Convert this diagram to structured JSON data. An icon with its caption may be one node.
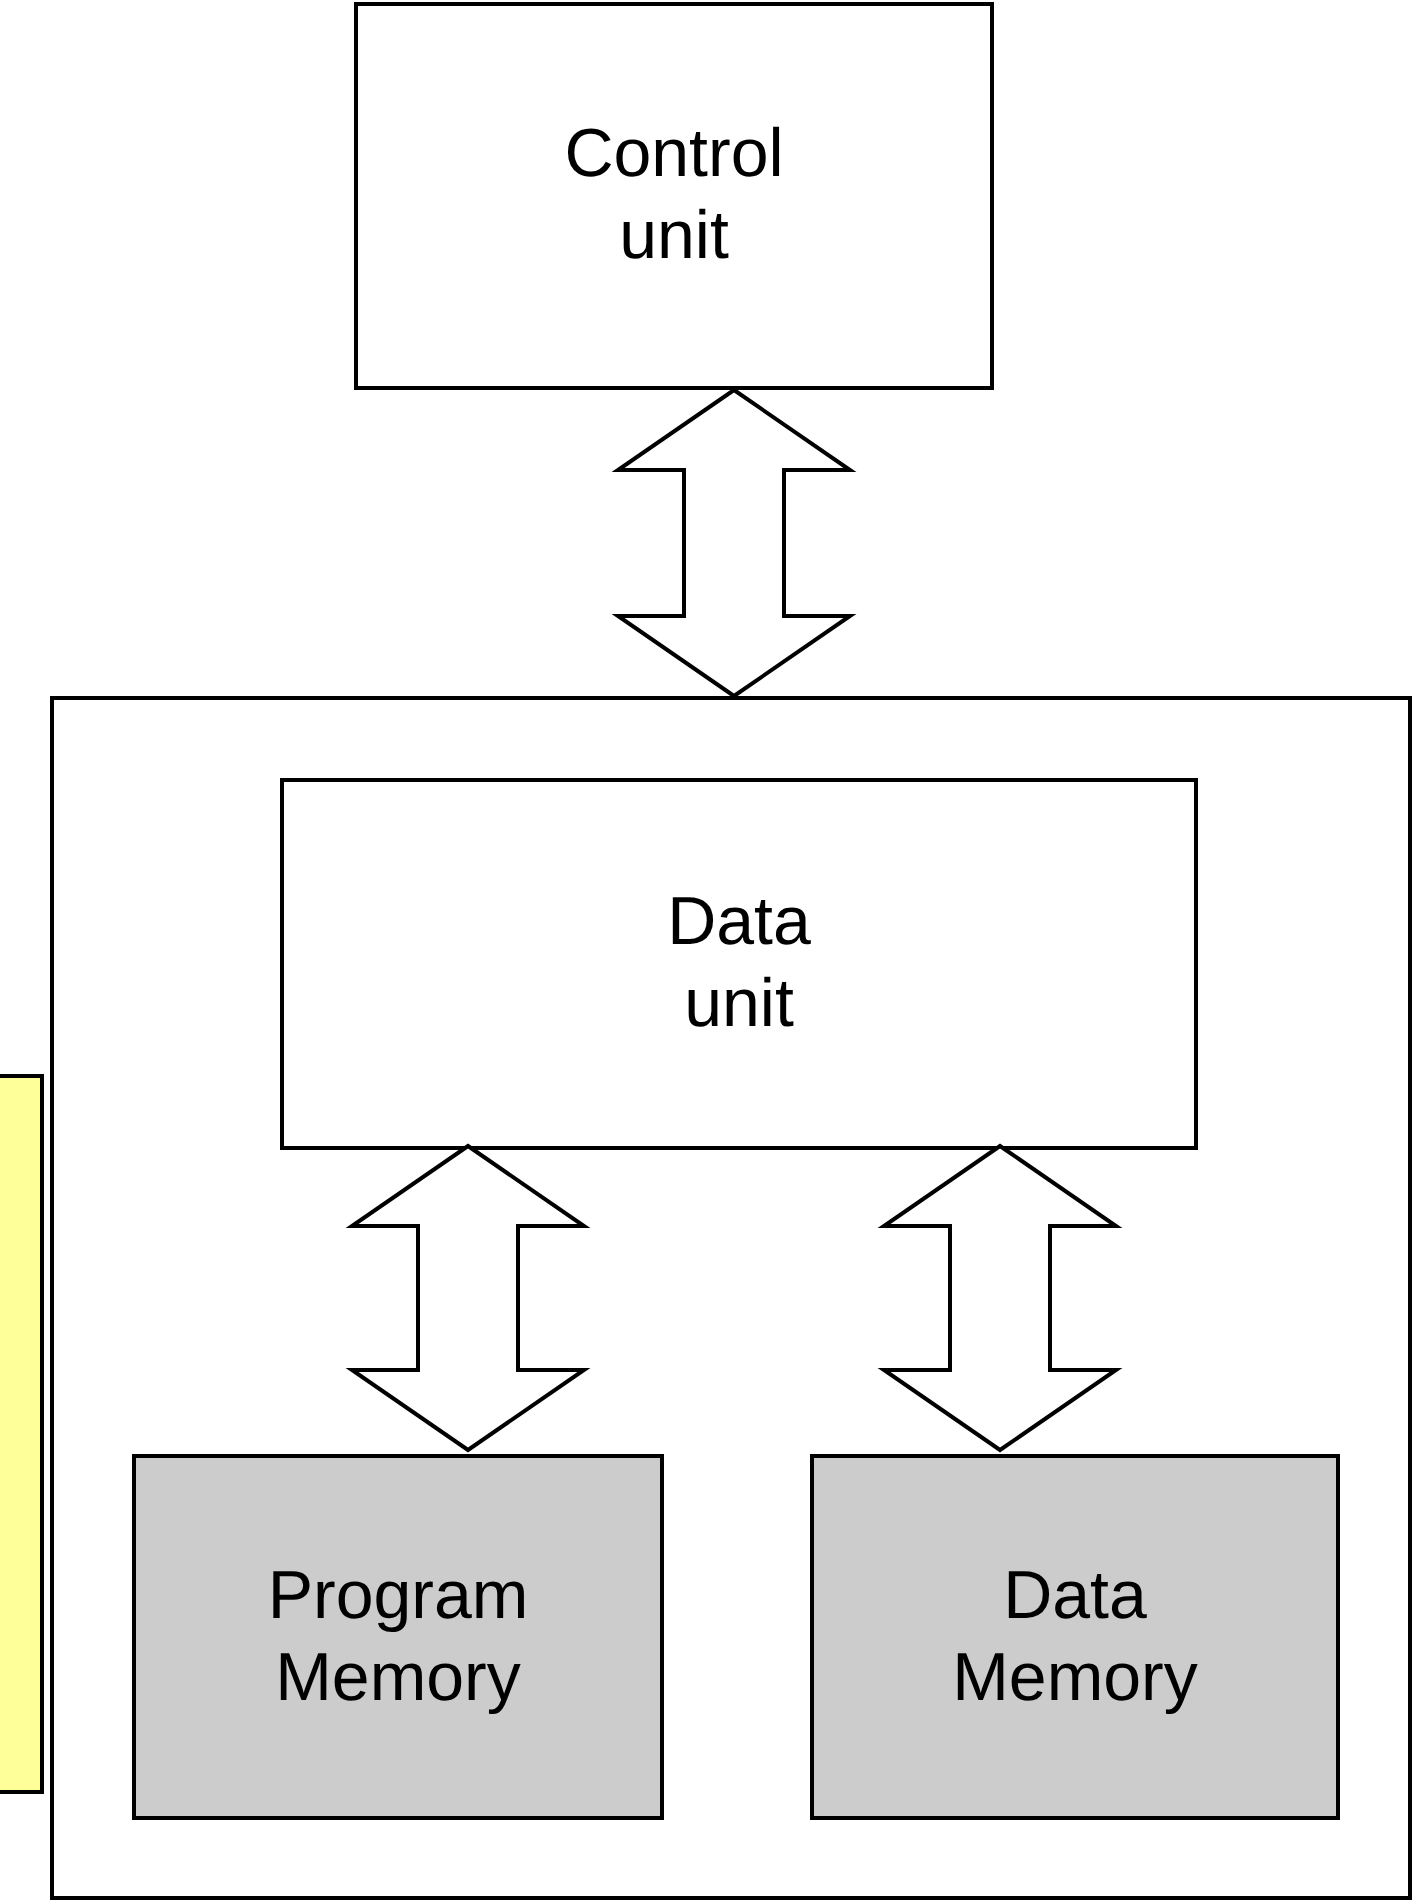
{
  "diagram": {
    "nodes": [
      {
        "text": [
          "Control unit"
        ]
      },
      {
        "text": [],
        "shape": "box"
      },
      {
        "text": [
          "Data unit"
        ],
        "in": 1
      },
      {
        "text": [
          "Program Memory"
        ],
        "in": 1
      },
      {
        "text": [
          "Data Memory"
        ],
        "in": 1
      },
      {
        "text": [],
        "shape": "box"
      }
    ],
    "edges": [
      {
        "from": 0,
        "to": 1,
        "arrow": "both"
      },
      {
        "from": 2,
        "to": 3,
        "arrow": "both"
      },
      {
        "from": 2,
        "to": 4,
        "arrow": "both"
      }
    ]
  }
}
